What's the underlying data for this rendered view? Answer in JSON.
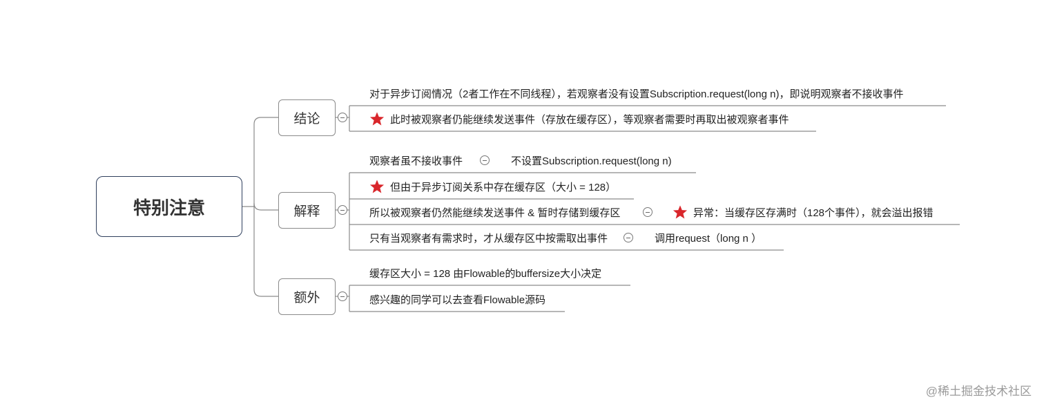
{
  "root": {
    "label": "特别注意"
  },
  "branches": [
    {
      "label": "结论",
      "items": [
        {
          "text": "对于异步订阅情况（2者工作在不同线程），若观察者没有设置Subscription.request(long n)，即说明观察者不接收事件",
          "star": false
        },
        {
          "text": "此时被观察者仍能继续发送事件（存放在缓存区），等观察者需要时再取出被观察者事件",
          "star": true
        }
      ]
    },
    {
      "label": "解释",
      "items": [
        {
          "text": "观察者虽不接收事件",
          "star": false,
          "child": {
            "text": "不设置Subscription.request(long n)",
            "star": false
          }
        },
        {
          "text": "但由于异步订阅关系中存在缓存区（大小 = 128）",
          "star": true
        },
        {
          "text": "所以被观察者仍然能继续发送事件 & 暂时存储到缓存区",
          "star": false,
          "child": {
            "text": "异常：当缓存区存满时（128个事件），就会溢出报错",
            "star": true
          }
        },
        {
          "text": "只有当观察者有需求时，才从缓存区中按需取出事件",
          "star": false,
          "child": {
            "text": "调用request（long n ）",
            "star": false
          }
        }
      ]
    },
    {
      "label": "额外",
      "items": [
        {
          "text": "缓存区大小 = 128 由Flowable的buffersize大小决定",
          "star": false
        },
        {
          "text": "感兴趣的同学可以去查看Flowable源码",
          "star": false
        }
      ]
    }
  ],
  "watermark": "@稀土掘金技术社区",
  "colors": {
    "star": "#d9262b",
    "root_border": "#2e3e5c",
    "line": "#8a8a8a"
  }
}
